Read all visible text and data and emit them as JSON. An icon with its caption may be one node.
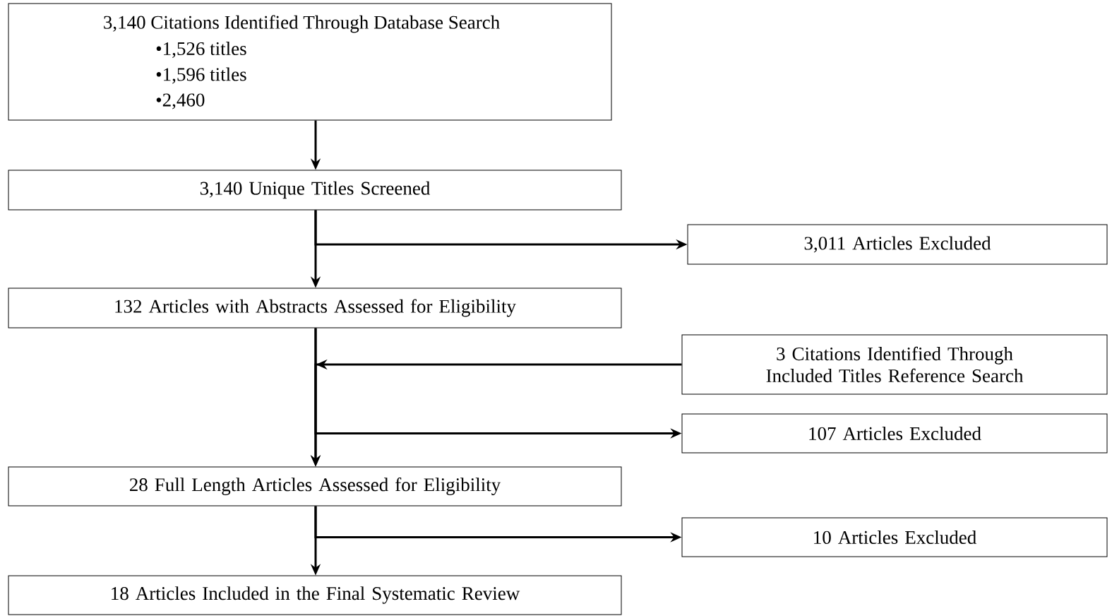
{
  "diagram": {
    "nodes": [
      {
        "text": [
          "3,140 Citations Identified Through Database Search",
          "•1,526 titles",
          "•1,596 titles",
          "•2,460"
        ]
      },
      {
        "text": [
          "3,140 Unique Titles Screened"
        ]
      },
      {
        "text": [
          "3,011 Articles Excluded"
        ]
      },
      {
        "text": [
          "132 Articles with Abstracts Assessed for Eligibility"
        ]
      },
      {
        "text": [
          "3 Citations Identified Through Included Titles Reference Search"
        ]
      },
      {
        "text": [
          "107 Articles Excluded"
        ]
      },
      {
        "text": [
          "28 Full Length Articles Assessed for Eligibility"
        ]
      },
      {
        "text": [
          "10 Articles Excluded"
        ]
      },
      {
        "text": [
          "18 Articles Included in the Final Systematic Review"
        ]
      }
    ],
    "edges": [
      {
        "from": 0,
        "to": 1,
        "arrow": "to"
      },
      {
        "from": 1,
        "to": 3,
        "arrow": "to"
      },
      {
        "from": 1,
        "to": 2,
        "arrow": "to"
      },
      {
        "from": 4,
        "to": 6,
        "arrow": "to"
      },
      {
        "from": 3,
        "to": 6,
        "arrow": "to"
      },
      {
        "from": 3,
        "to": 5,
        "arrow": "to"
      },
      {
        "from": 6,
        "to": 8,
        "arrow": "to"
      },
      {
        "from": 6,
        "to": 7,
        "arrow": "to"
      }
    ]
  }
}
